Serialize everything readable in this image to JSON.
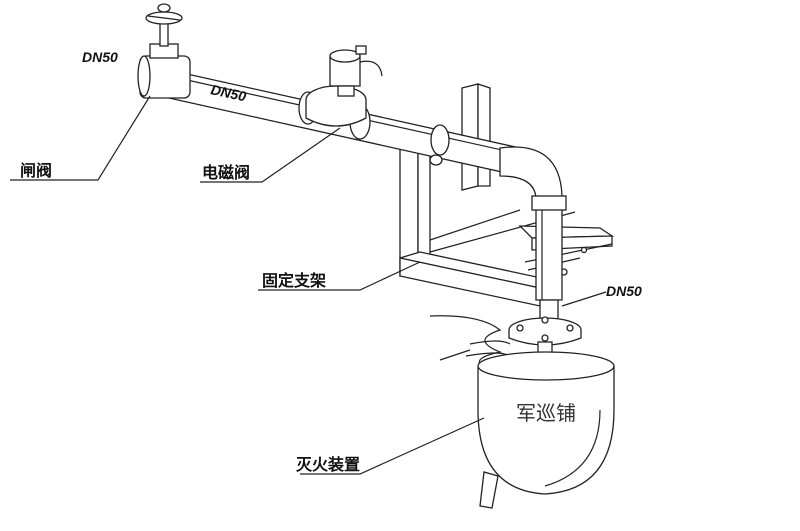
{
  "labels": {
    "gate_valve": "闸阀",
    "solenoid_valve": "电磁阀",
    "bracket": "固定支架",
    "extinguisher": "灭火装置"
  },
  "pipe_sizes": {
    "inlet": "DN50",
    "main": "DN50",
    "outlet": "DN50"
  },
  "watermark": "军巡铺"
}
